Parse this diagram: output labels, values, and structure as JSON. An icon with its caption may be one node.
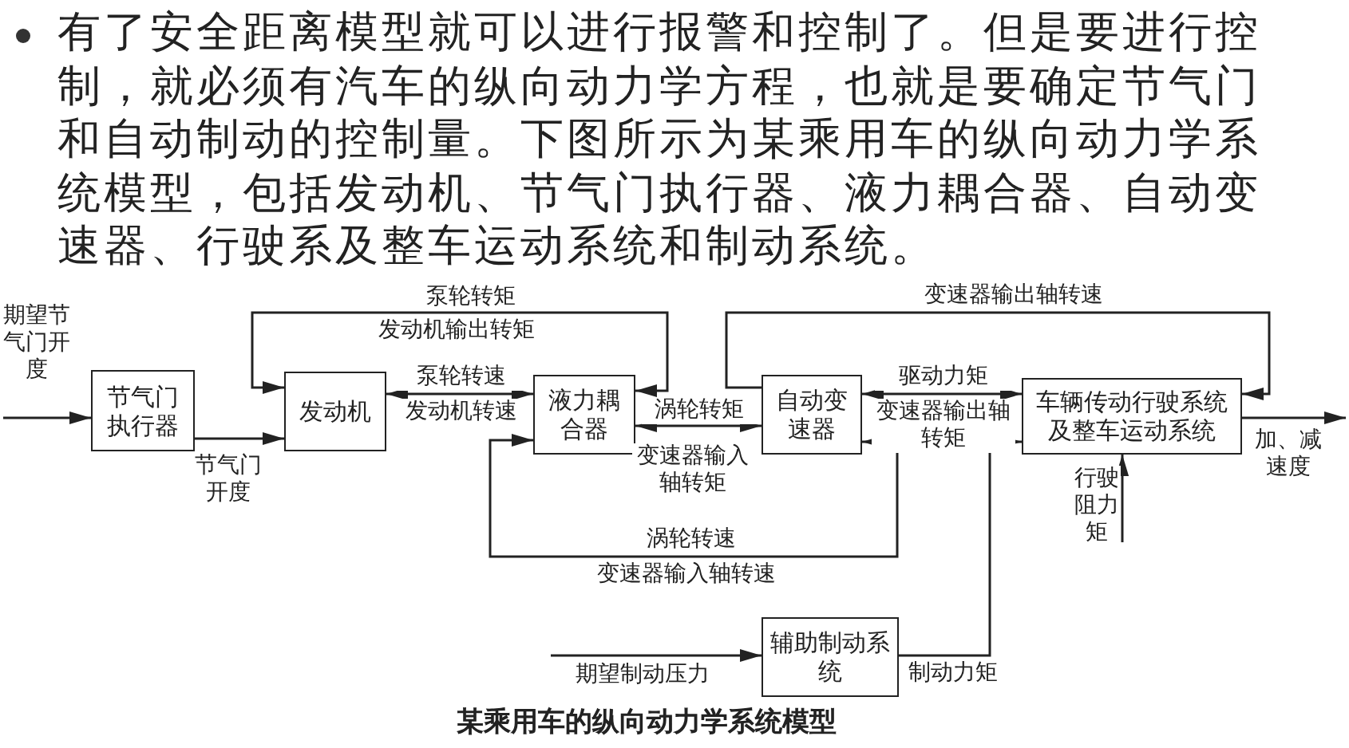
{
  "diagram": {
    "caption": "某乘用车的纵向动力学系统模型",
    "nodes": [
      {
        "text": [
          "节气门执行器"
        ]
      },
      {
        "text": [
          "发动机"
        ]
      },
      {
        "text": [
          "液力耦合器"
        ]
      },
      {
        "text": [
          "自动变速器"
        ]
      },
      {
        "text": [
          "车辆传动行驶系统及整车运动系统"
        ]
      },
      {
        "text": [
          "辅助制动系统"
        ]
      }
    ],
    "edges": [
      {
        "from": null,
        "to": 0,
        "arrow": "to",
        "label": "期望节气门开度"
      },
      {
        "from": 0,
        "to": 1,
        "arrow": "to",
        "label": "节气门开度"
      },
      {
        "from": 2,
        "to": 1,
        "arrow": "both",
        "label": "泵轮转矩"
      },
      {
        "from": 1,
        "to": 2,
        "arrow": "both",
        "label": "泵轮转速"
      },
      {
        "from": 2,
        "to": 3,
        "arrow": "both",
        "label": "涡轮转矩"
      },
      {
        "from": 3,
        "to": 2,
        "arrow": "both",
        "label": "涡轮转速"
      },
      {
        "from": 3,
        "to": 4,
        "arrow": "both",
        "label": "驱动力矩"
      },
      {
        "from": 3,
        "to": 4,
        "arrow": "to",
        "label": "变速器输出轴转速"
      },
      {
        "from": 5,
        "to": 4,
        "arrow": "to",
        "label": "制动力矩"
      },
      {
        "from": null,
        "to": 5,
        "arrow": "to",
        "label": "期望制动压力"
      },
      {
        "from": null,
        "to": 4,
        "arrow": "to",
        "label": "行驶阻力矩"
      },
      {
        "from": 4,
        "to": null,
        "arrow": "to",
        "label": "加、减速度"
      }
    ],
    "labels": [
      "有了安全距离模型就可以进行报警和控制了。但是要进行控制，就必须有汽车的纵向动力学方程，也就是要确定节气门和自动制动的控制量。下图所示为某乘用车的纵向动力学系统模型，包括发动机、节气门执行器、液力耦合器、自动变速器、行驶系及整车运动系统和制动系统。",
      "发动机输出转矩",
      "发动机转速",
      "变速器输入轴转矩",
      "变速器输入轴转速",
      "变速器输出轴转矩"
    ]
  }
}
